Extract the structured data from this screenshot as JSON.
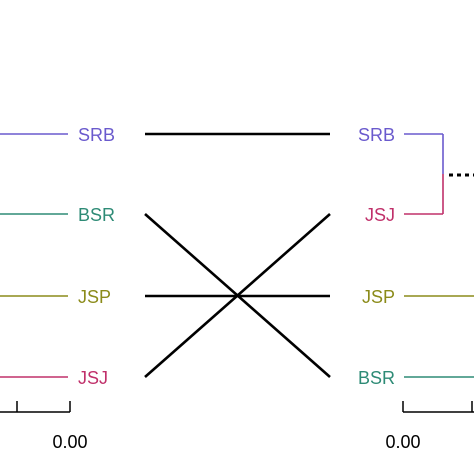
{
  "colors": {
    "SRB": "#6a5acd",
    "BSR": "#2e8b76",
    "JSP": "#8b8b1a",
    "JSJ": "#c0306a",
    "connector": "#000000"
  },
  "left_tree": {
    "tips": [
      {
        "label": "SRB",
        "color_key": "SRB"
      },
      {
        "label": "BSR",
        "color_key": "BSR"
      },
      {
        "label": "JSP",
        "color_key": "JSP"
      },
      {
        "label": "JSJ",
        "color_key": "JSJ"
      }
    ],
    "axis_tick_label": "0.00"
  },
  "right_tree": {
    "tips": [
      {
        "label": "SRB",
        "color_key": "SRB"
      },
      {
        "label": "JSJ",
        "color_key": "JSJ"
      },
      {
        "label": "JSP",
        "color_key": "JSP"
      },
      {
        "label": "BSR",
        "color_key": "BSR"
      }
    ],
    "axis_tick_label": "0.00"
  },
  "tanglegram_links": [
    {
      "from": "SRB",
      "to": "SRB"
    },
    {
      "from": "BSR",
      "to": "BSR"
    },
    {
      "from": "JSP",
      "to": "JSP"
    },
    {
      "from": "JSJ",
      "to": "JSJ"
    }
  ]
}
